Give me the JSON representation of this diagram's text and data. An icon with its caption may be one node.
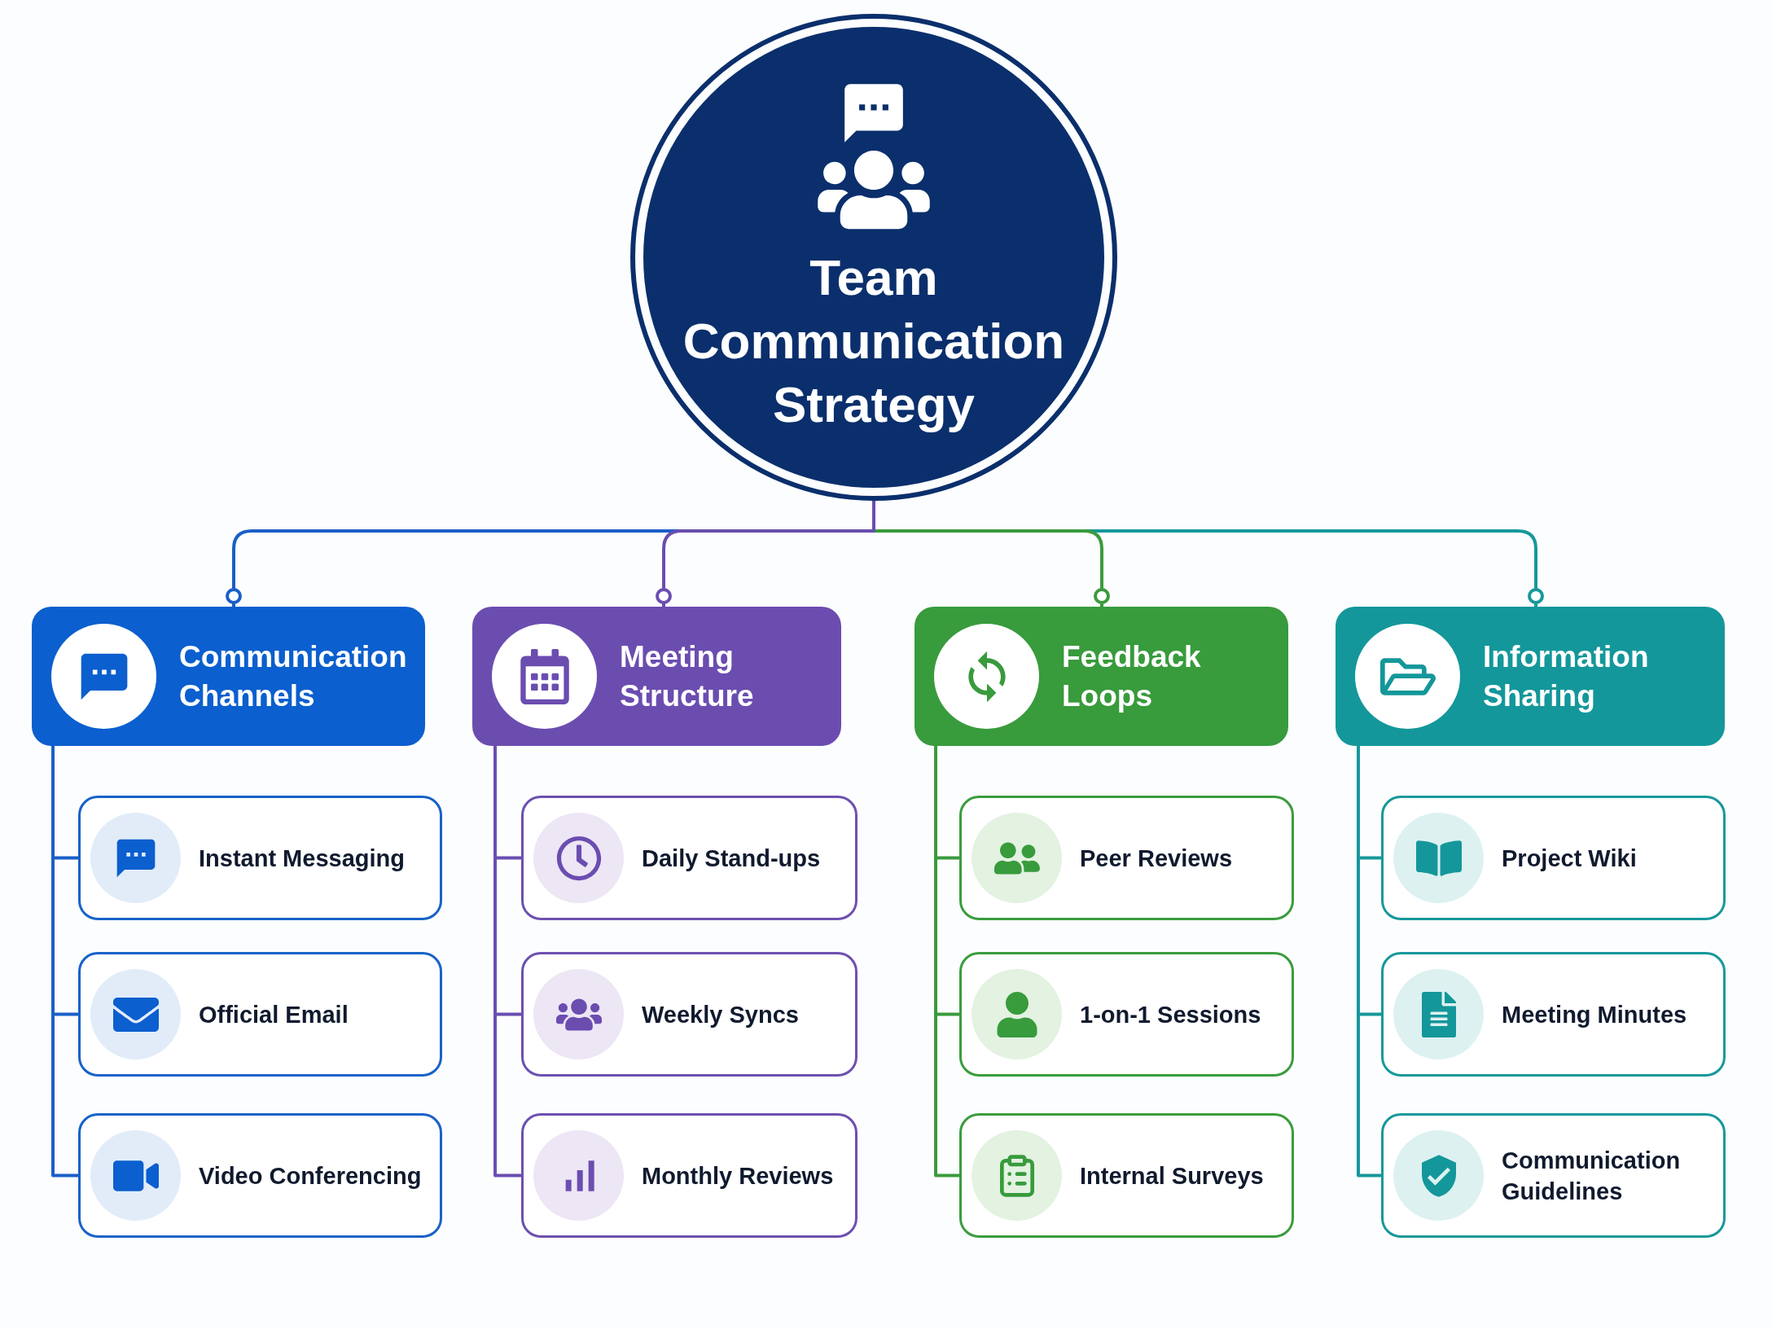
{
  "diagram": {
    "nodes": [
      {
        "text": [
          "Team Communication Strategy"
        ]
      },
      {
        "text": [
          "Communication Channels"
        ]
      },
      {
        "text": [
          "Instant Messaging"
        ]
      },
      {
        "text": [
          "Official Email"
        ]
      },
      {
        "text": [
          "Video Conferencing"
        ]
      },
      {
        "text": [
          "Meeting Structure"
        ]
      },
      {
        "text": [
          "Daily Stand-ups"
        ]
      },
      {
        "text": [
          "Weekly Syncs"
        ]
      },
      {
        "text": [
          "Monthly Reviews"
        ]
      },
      {
        "text": [
          "Feedback Loops"
        ]
      },
      {
        "text": [
          "Peer Reviews"
        ]
      },
      {
        "text": [
          "1-on-1 Sessions"
        ]
      },
      {
        "text": [
          "Internal Surveys"
        ]
      },
      {
        "text": [
          "Information Sharing"
        ]
      },
      {
        "text": [
          "Project Wiki"
        ]
      },
      {
        "text": [
          "Meeting Minutes"
        ]
      },
      {
        "text": [
          "Communication Guidelines"
        ]
      }
    ],
    "edges": [
      {
        "from": 0,
        "to": 1,
        "arrow": "other",
        "color": "#1a5fc8"
      },
      {
        "from": 0,
        "to": 5,
        "arrow": "other",
        "color": "#6a4eb0"
      },
      {
        "from": 0,
        "to": 9,
        "arrow": "other",
        "color": "#3a9b3d"
      },
      {
        "from": 0,
        "to": 13,
        "arrow": "other",
        "color": "#17989b"
      },
      {
        "from": 1,
        "to": 2,
        "arrow": "none",
        "color": "#1a5fc8"
      },
      {
        "from": 1,
        "to": 3,
        "arrow": "none",
        "color": "#1a5fc8"
      },
      {
        "from": 1,
        "to": 4,
        "arrow": "none",
        "color": "#1a5fc8"
      },
      {
        "from": 5,
        "to": 6,
        "arrow": "none",
        "color": "#6a4eb0"
      },
      {
        "from": 5,
        "to": 7,
        "arrow": "none",
        "color": "#6a4eb0"
      },
      {
        "from": 5,
        "to": 8,
        "arrow": "none",
        "color": "#6a4eb0"
      },
      {
        "from": 9,
        "to": 10,
        "arrow": "none",
        "color": "#3a9b3d"
      },
      {
        "from": 9,
        "to": 11,
        "arrow": "none",
        "color": "#3a9b3d"
      },
      {
        "from": 9,
        "to": 12,
        "arrow": "none",
        "color": "#3a9b3d"
      },
      {
        "from": 13,
        "to": 14,
        "arrow": "none",
        "color": "#17989b"
      },
      {
        "from": 13,
        "to": 15,
        "arrow": "none",
        "color": "#17989b"
      },
      {
        "from": 13,
        "to": 16,
        "arrow": "none",
        "color": "#17989b"
      }
    ]
  }
}
